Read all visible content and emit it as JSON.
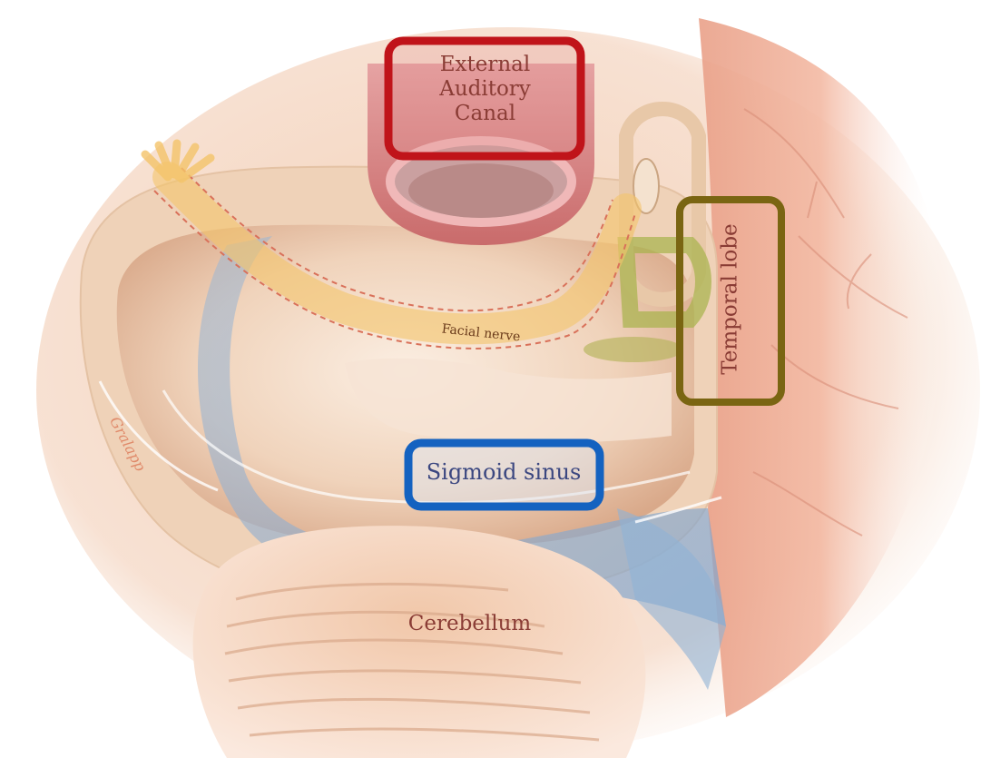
{
  "labels": {
    "external_auditory_canal": "External Auditory Canal",
    "temporal_lobe": "Temporal lobe",
    "sigmoid_sinus": "Sigmoid sinus",
    "cerebellum": "Cerebellum",
    "facial_nerve": "Facial nerve",
    "signature": "Gralapp"
  },
  "colors": {
    "eac_box": "#c0141a",
    "temporal_box": "#7a6512",
    "sigmoid_box": "#1462c0",
    "label_text": "#8a3c35",
    "sigmoid_text": "#3b4780",
    "nerve_text": "#6a3a1a",
    "signature": "#e08a6a"
  }
}
